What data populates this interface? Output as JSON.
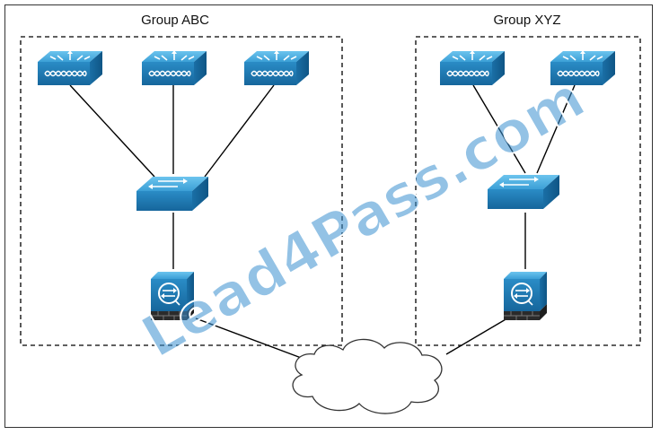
{
  "groups": [
    {
      "label": "Group ABC",
      "access_points": 3,
      "switch": true,
      "firewall": true
    },
    {
      "label": "Group XYZ",
      "access_points": 2,
      "switch": true,
      "firewall": true
    }
  ],
  "cloud": {
    "icon": "cloud-icon"
  },
  "watermark": "Lead4Pass.com",
  "colors": {
    "device_blue": "#1f7fb6",
    "device_light": "#4fb0e0",
    "line": "#000000",
    "watermark": "#3a8fd0"
  },
  "icons": {
    "access_point": "wireless-access-point-icon",
    "switch": "switch-icon",
    "firewall": "firewall-icon",
    "cloud": "cloud-icon"
  }
}
